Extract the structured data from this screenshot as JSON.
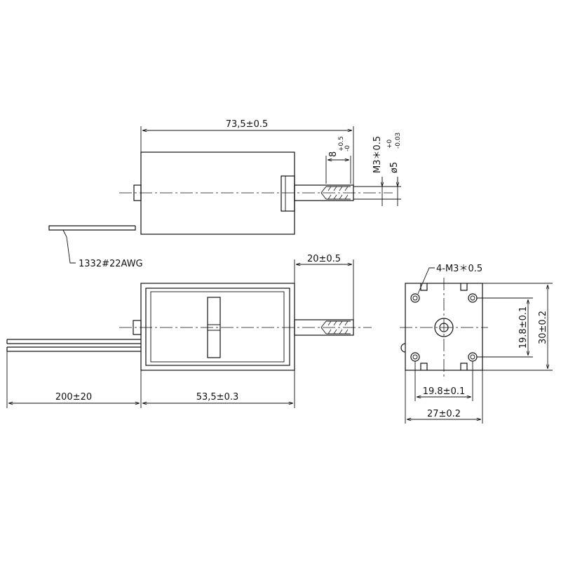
{
  "side_view": {
    "overall_length": "73,5±0.5",
    "shaft_thread": "M3＊0.5",
    "shaft_dia_main": "ø5",
    "shaft_dia_tol_upper": "+0",
    "shaft_dia_tol_lower": "-0.03",
    "thread_depth_main": "8",
    "thread_depth_tol_upper": "+0.5",
    "thread_depth_tol_lower": "-0",
    "wire_spec": "1332#22AWG"
  },
  "top_view": {
    "stroke": "20±0.5",
    "lead_length": "200±20",
    "body_length": "53,5±0.3"
  },
  "end_view": {
    "mount_holes": "4-M3＊0.5",
    "hole_spacing_h": "19.8±0.1",
    "hole_spacing_v": "19.8±0.1",
    "height": "30±0.2",
    "width": "27±0.2"
  }
}
